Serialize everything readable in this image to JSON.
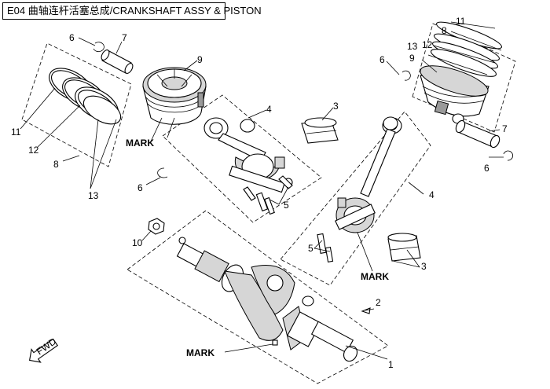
{
  "title": "E04 曲轴连杆活塞总成/CRANKSHAFT ASSY & PISTON",
  "mark_text": "MARK",
  "fwd_text": "FWD",
  "callouts": [
    "1",
    "2",
    "3",
    "3",
    "4",
    "4",
    "5",
    "5",
    "6",
    "6",
    "6",
    "6",
    "7",
    "7",
    "8",
    "8",
    "9",
    "9",
    "10",
    "11",
    "11",
    "12",
    "12",
    "13",
    "13"
  ]
}
